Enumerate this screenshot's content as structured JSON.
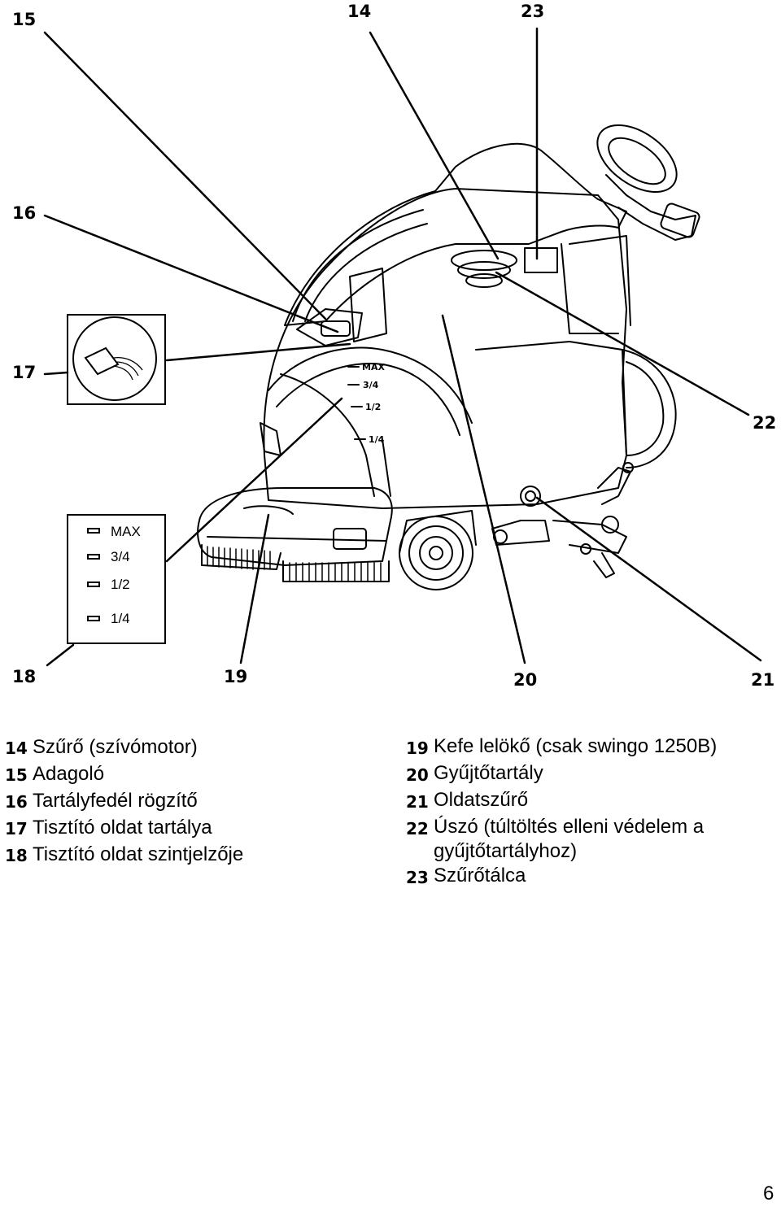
{
  "callouts": {
    "c14": "14",
    "c15": "15",
    "c16": "16",
    "c17": "17",
    "c18": "18",
    "c19": "19",
    "c20": "20",
    "c21": "21",
    "c22": "22",
    "c23": "23"
  },
  "level_gauge": {
    "max": "MAX",
    "q3": "3/4",
    "half": "1/2",
    "q1": "1/4"
  },
  "legend": {
    "left": [
      {
        "num": "14",
        "text": "Szűrő (szívómotor)"
      },
      {
        "num": "15",
        "text": "Adagoló"
      },
      {
        "num": "16",
        "text": "Tartályfedél rögzítő"
      },
      {
        "num": "17",
        "text": "Tisztító oldat tartálya"
      },
      {
        "num": "18",
        "text": "Tisztító oldat szintjelzője"
      }
    ],
    "right": [
      {
        "num": "19",
        "text": "Kefe lelökő (csak swingo 1250B)"
      },
      {
        "num": "20",
        "text": "Gyűjtőtartály"
      },
      {
        "num": "21",
        "text": "Oldatszűrő"
      },
      {
        "num": "22",
        "text": "Úszó (túltöltés elleni védelem a gyűjtőtartályhoz)"
      },
      {
        "num": "23",
        "text": "Szűrőtálca"
      }
    ]
  },
  "page_number": "6"
}
